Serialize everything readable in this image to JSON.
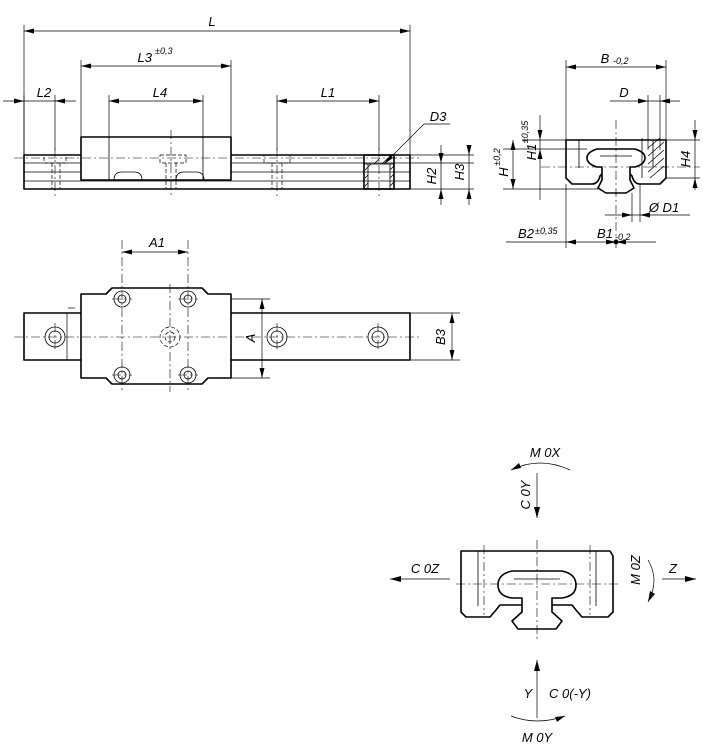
{
  "labels": {
    "L": "L",
    "L3": "L3",
    "L3_tol": "±0,3",
    "L4": "L4",
    "L1": "L1",
    "L2": "L2",
    "D3": "D3",
    "H2": "H2",
    "H3": "H3",
    "B": "B",
    "B_tol": "-0,2",
    "D": "D",
    "H1": "H1",
    "H1_tol": "±0,35",
    "H": "H",
    "H_tol": "±0,2",
    "H4": "H4",
    "D1": "Ø D1",
    "B1": "B1",
    "B1_tol": "-0,2",
    "B2": "B2",
    "B2_tol": "±0,35",
    "A1": "A1",
    "A": "A",
    "B3": "B3",
    "MOX": "M 0X",
    "COY": "C 0Y",
    "COZ": "C 0Z",
    "MOZ": "M 0Z",
    "Z": "Z",
    "Y": "Y",
    "CO_Y": "C 0(-Y)",
    "MOY": "M 0Y"
  }
}
